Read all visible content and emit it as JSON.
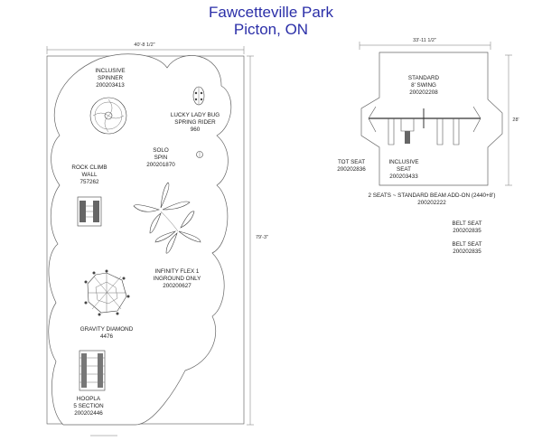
{
  "header": {
    "title": "Fawcetteville Park",
    "subtitle": "Picton, ON"
  },
  "left_plan": {
    "width_dim": "40'-8 1/2\"",
    "height_dim": "79'-3\"",
    "items": {
      "spinner": [
        "INCLUSIVE",
        "SPINNER",
        "200203413"
      ],
      "ladybug": [
        "LUCKY LADY BUG",
        "SPRING RIDER",
        "960"
      ],
      "solo": [
        "SOLO",
        "SPIN",
        "200201870"
      ],
      "rockclimb": [
        "ROCK CLIMB",
        "WALL",
        "757262"
      ],
      "infinity": [
        "INFINITY FLEX 1",
        "INGROUND ONLY",
        "200200627"
      ],
      "gravity": [
        "GRAVITY DIAMOND",
        "4476"
      ],
      "hoopla": [
        "HOOPLA",
        "5 SECTION",
        "200202446"
      ]
    }
  },
  "right_plan": {
    "width_dim": "33'-11 1/2\"",
    "height_dim": "28'",
    "swing": [
      "STANDARD",
      "8' SWING",
      "200202208"
    ],
    "tot_seat": [
      "TOT SEAT",
      "200202836"
    ],
    "inclusive_seat": [
      "INCLUSIVE",
      "SEAT",
      "200203433"
    ],
    "beam": [
      "2 SEATS ~ STANDARD BEAM ADD-ON (2440+8')",
      "200202222"
    ],
    "belt_1": [
      "BELT SEAT",
      "200202835"
    ],
    "belt_2": [
      "BELT SEAT",
      "200202835"
    ]
  }
}
